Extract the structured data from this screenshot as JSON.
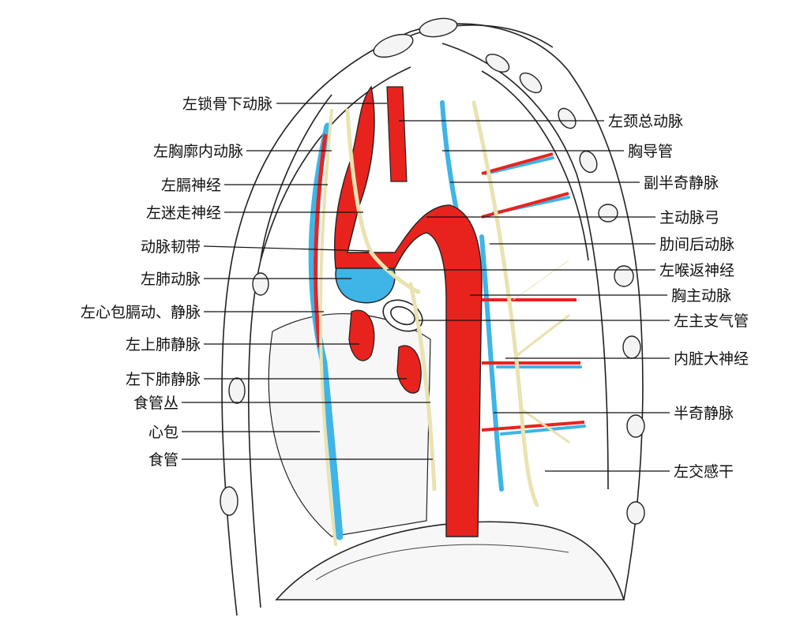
{
  "diagram": {
    "left_labels": [
      "左锁骨下动脉",
      "左胸廓内动脉",
      "左膈神经",
      "左迷走神经",
      "动脉韧带",
      "左肺动脉",
      "左心包膈动、静脉",
      "左上肺静脉",
      "左下肺静脉",
      "食管丛",
      "心包",
      "食管"
    ],
    "right_labels": [
      "左颈总动脉",
      "胸导管",
      "副半奇静脉",
      "主动脉弓",
      "肋间后动脉",
      "左喉返神经",
      "胸主动脉",
      "左主支气管",
      "内脏大神经",
      "半奇静脉",
      "左交感干"
    ],
    "colors": {
      "artery": "#e8231e",
      "vein": "#3fb4e6",
      "nerve": "#f3efc6",
      "outline": "#222222",
      "ink": "#111111"
    }
  }
}
